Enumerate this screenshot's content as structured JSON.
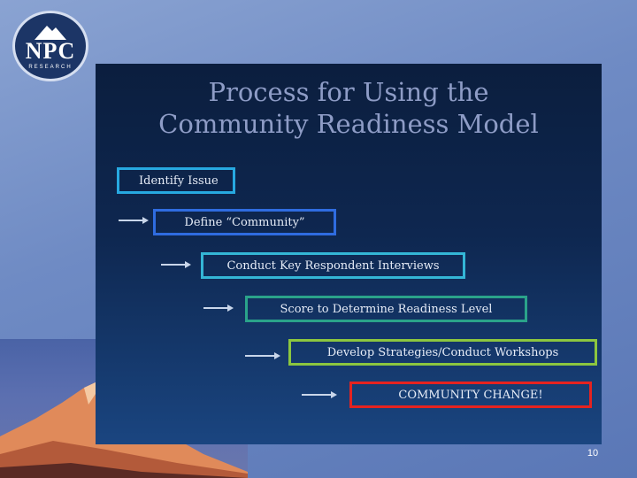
{
  "logo": {
    "name": "NPC",
    "subtitle": "RESEARCH"
  },
  "slide": {
    "title_line1": "Process for Using the",
    "title_line2": "Community Readiness Model",
    "steps": [
      {
        "label": "Identify Issue",
        "color": "#27a9e1"
      },
      {
        "label": "Define “Community”",
        "color": "#2f6ce0"
      },
      {
        "label": "Conduct Key Respondent Interviews",
        "color": "#34b6d6"
      },
      {
        "label": "Score to Determine Readiness Level",
        "color": "#2aa38a"
      },
      {
        "label": "Develop Strategies/Conduct Workshops",
        "color": "#8cc63f"
      },
      {
        "label": "COMMUNITY CHANGE!",
        "color": "#e52320"
      }
    ],
    "page_number": "10"
  }
}
